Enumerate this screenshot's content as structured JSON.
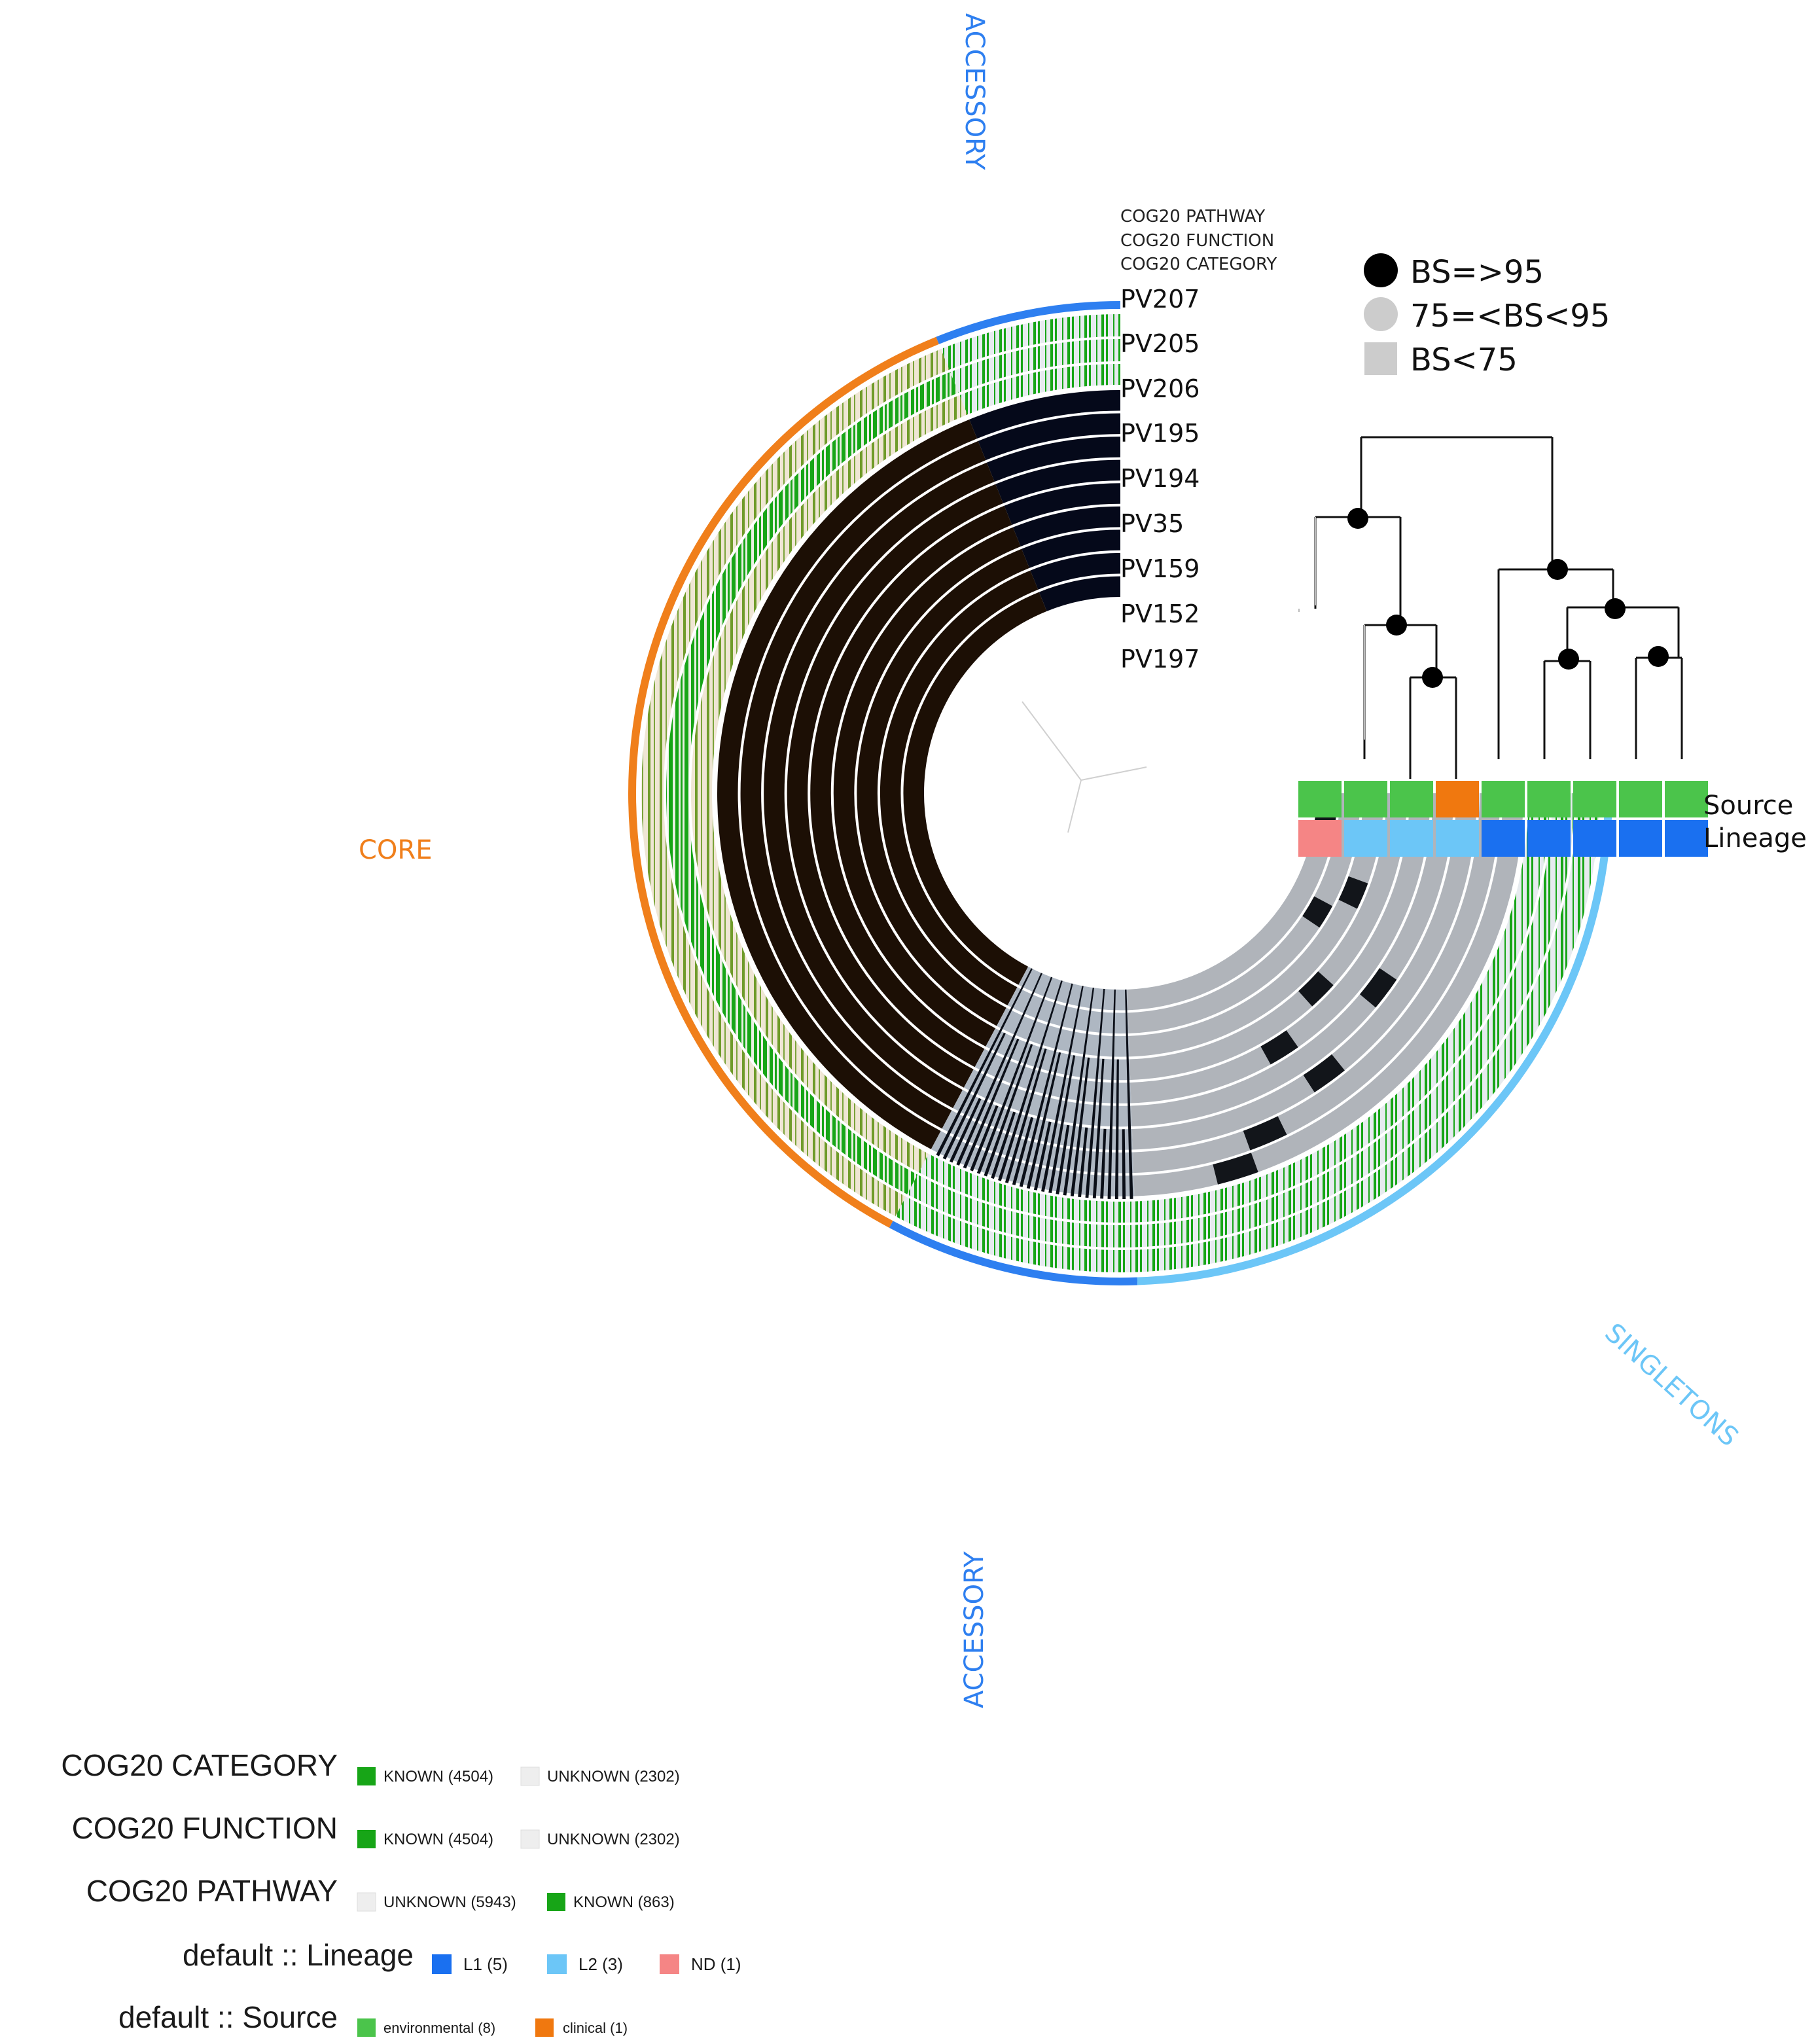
{
  "figure": {
    "bins": [
      {
        "name": "CORE",
        "color": "#f07f1b"
      },
      {
        "name": "ACCESSORY",
        "color": "#2e7ff0"
      },
      {
        "name": "ACCESSORY",
        "color": "#2e7ff0"
      },
      {
        "name": "SINGLETONS",
        "color": "#6cc6f7"
      }
    ],
    "genome_labels": [
      "PV207",
      "PV205",
      "PV206",
      "PV195",
      "PV194",
      "PV35",
      "PV159",
      "PV152",
      "PV197"
    ],
    "cog_layer_labels": [
      "COG20 PATHWAY",
      "COG20 FUNCTION",
      "COG20 CATEGORY"
    ],
    "bootstrap_legend": [
      {
        "label": "BS=>95",
        "shape": "circle",
        "color": "#000000"
      },
      {
        "label": "75=<BS<95",
        "shape": "circle",
        "color": "#cccccc"
      },
      {
        "label": "BS<75",
        "shape": "square",
        "color": "#cccccc"
      }
    ],
    "matrix_row_labels": [
      "Source",
      "Lineage"
    ],
    "source_colors": [
      "#4bc44b",
      "#4bc44b",
      "#4bc44b",
      "#f0780f",
      "#4bc44b",
      "#4bc44b",
      "#4bc44b",
      "#4bc44b",
      "#4bc44b"
    ],
    "lineage_colors": [
      "#f58585",
      "#6cc6f7",
      "#6cc6f7",
      "#6cc6f7",
      "#1a70f0",
      "#1a70f0",
      "#1a70f0",
      "#1a70f0",
      "#1a70f0"
    ],
    "colors": {
      "core_fill": "#1c0f05",
      "accessory_fill": "#05091a",
      "absent_fill": "#b0b4ba",
      "known_green": "#17a517",
      "unknown_light": "#e8ebef"
    }
  },
  "legend": [
    {
      "title": "COG20 CATEGORY",
      "items": [
        {
          "label": "KNOWN (4504)",
          "color": "#17a517"
        },
        {
          "label": "UNKNOWN (2302)",
          "color": "#eeeeee"
        }
      ]
    },
    {
      "title": "COG20 FUNCTION",
      "items": [
        {
          "label": "KNOWN (4504)",
          "color": "#17a517"
        },
        {
          "label": "UNKNOWN (2302)",
          "color": "#eeeeee"
        }
      ]
    },
    {
      "title": "COG20 PATHWAY",
      "items": [
        {
          "label": "UNKNOWN (5943)",
          "color": "#eeeeee"
        },
        {
          "label": "KNOWN (863)",
          "color": "#17a517"
        }
      ]
    },
    {
      "title": "default :: Lineage",
      "items": [
        {
          "label": "L1 (5)",
          "color": "#1a70f0"
        },
        {
          "label": "L2 (3)",
          "color": "#6cc6f7"
        },
        {
          "label": "ND (1)",
          "color": "#f58585"
        }
      ]
    },
    {
      "title": "default :: Source",
      "items": [
        {
          "label": "environmental (8)",
          "color": "#4bc44b"
        },
        {
          "label": "clinical (1)",
          "color": "#f0780f"
        }
      ]
    }
  ]
}
